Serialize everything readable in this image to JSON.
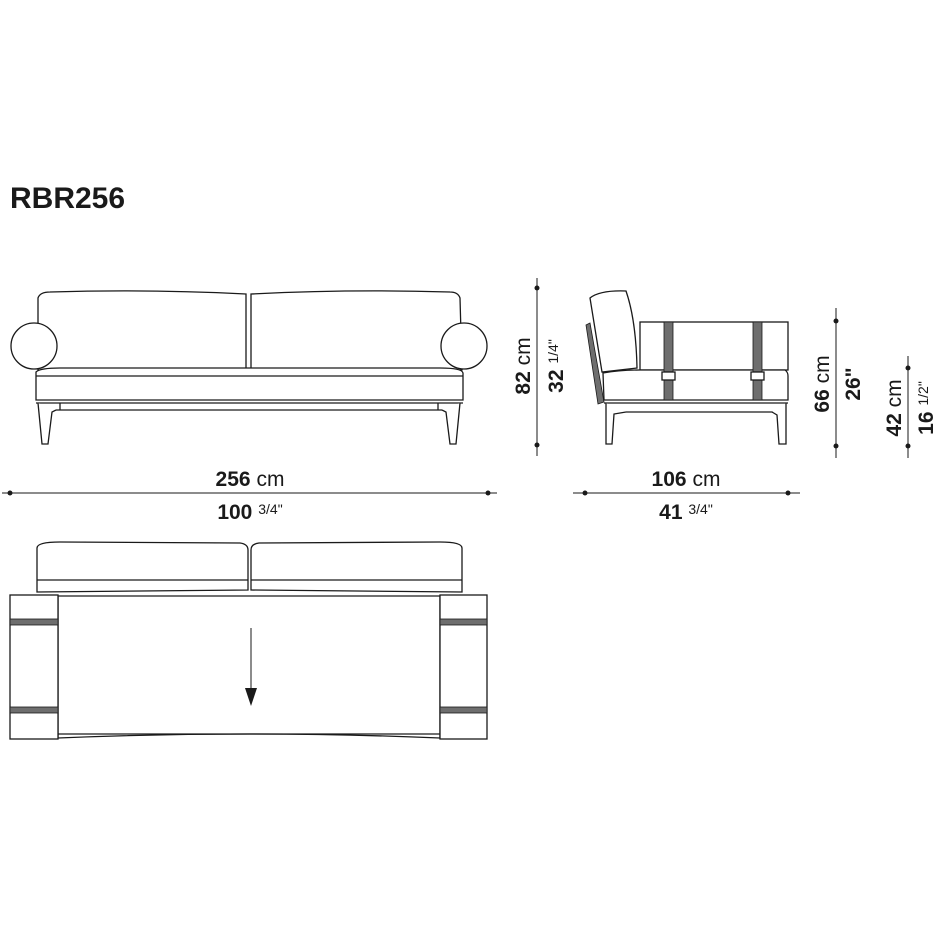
{
  "title": "RBR256",
  "dimensions": {
    "width": {
      "metric_value": "256",
      "metric_unit": "cm",
      "imperial_whole": "100",
      "imperial_fraction": "3/4",
      "imperial_unit": "\""
    },
    "height": {
      "metric_value": "82",
      "metric_unit": "cm",
      "imperial_whole": "32",
      "imperial_fraction": "1/4",
      "imperial_unit": "\""
    },
    "depth": {
      "metric_value": "106",
      "metric_unit": "cm",
      "imperial_whole": "41",
      "imperial_fraction": "3/4",
      "imperial_unit": "\""
    },
    "arm_height": {
      "metric_value": "66",
      "metric_unit": "cm",
      "imperial_whole": "26",
      "imperial_unit": "\""
    },
    "seat_height": {
      "metric_value": "42",
      "metric_unit": "cm",
      "imperial_whole": "16",
      "imperial_fraction": "1/2",
      "imperial_unit": "\""
    }
  },
  "colors": {
    "line": "#1a1a1a",
    "strap": "#6e6e6e"
  }
}
